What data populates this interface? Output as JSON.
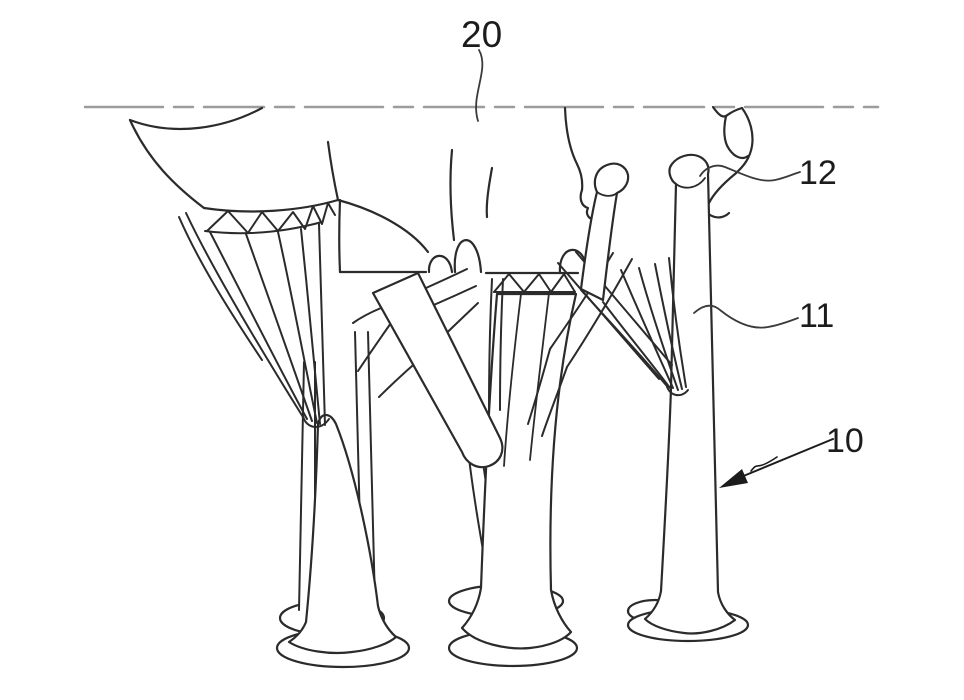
{
  "figure": {
    "kind": "patent-line-drawing",
    "background_color": "#ffffff",
    "line_color": "#2b2b2b",
    "centerline_color": "#9c9c9c",
    "reference_labels": {
      "body": "20",
      "head": "12",
      "shaft": "11",
      "nail": "10"
    }
  }
}
